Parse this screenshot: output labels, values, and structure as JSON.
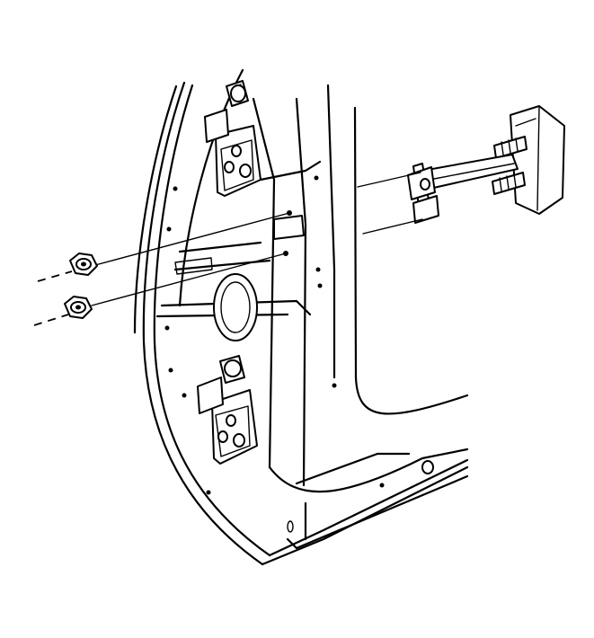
{
  "figure": {
    "background": "#ffffff",
    "line_color": "#000000",
    "parts": [
      "door-frame-pillar",
      "upper-door-hinge",
      "lower-door-hinge",
      "door-check-link",
      "hinge-nut-upper",
      "hinge-nut-lower"
    ]
  }
}
